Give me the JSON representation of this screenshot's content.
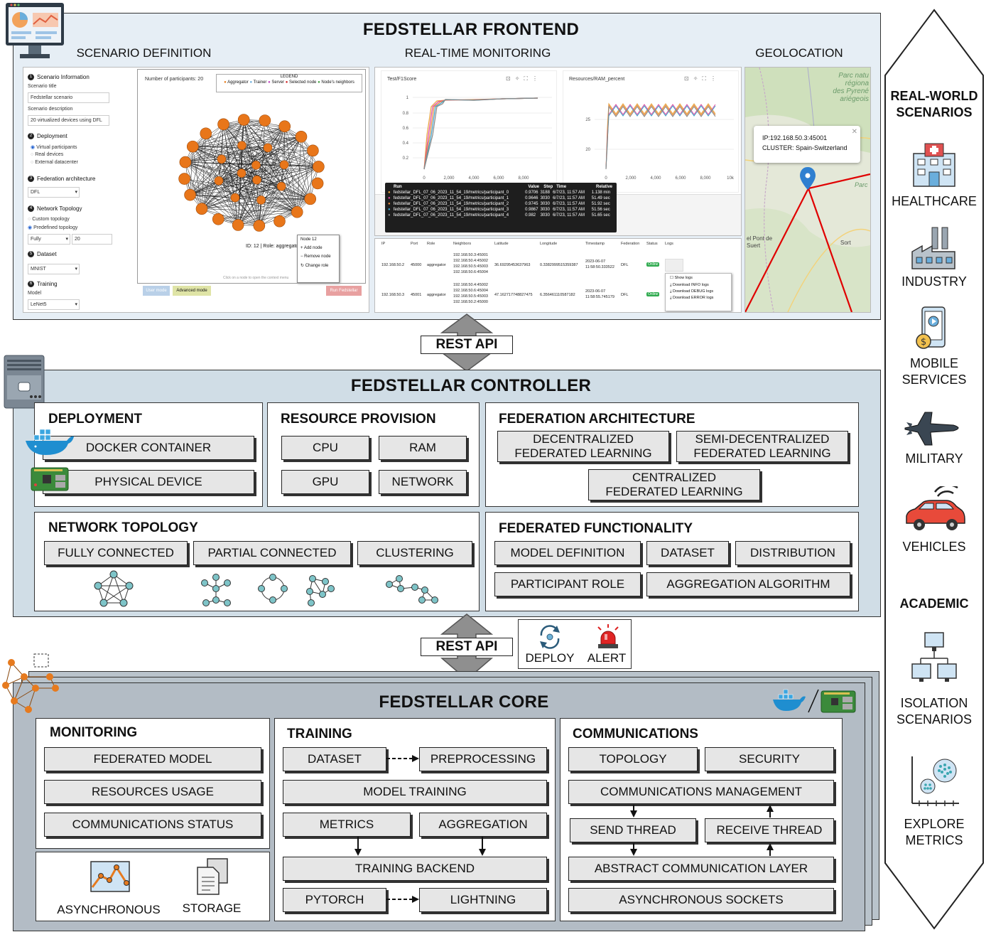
{
  "frontend": {
    "title": "FEDSTELLAR FRONTEND",
    "sections": [
      "SCENARIO DEFINITION",
      "REAL-TIME MONITORING",
      "GEOLOCATION"
    ],
    "scenario_form": {
      "s1": "Scenario Information",
      "title_label": "Scenario title",
      "title_value": "Fedstellar scenario",
      "desc_label": "Scenario description",
      "desc_value": "20 virtualized devices using DFL",
      "s2": "Deployment",
      "dep_options": [
        "Virtual participants",
        "Real devices",
        "External datacenter"
      ],
      "s3": "Federation architecture",
      "arch_value": "DFL",
      "s4": "Network Topology",
      "topo_options": [
        "Custom topology",
        "Predefined topology"
      ],
      "topo_value": "Fully",
      "topo_count": "20",
      "s5": "Dataset",
      "dataset_value": "MNIST",
      "s6": "Training",
      "model_label": "Model",
      "model_value": "LeNet5"
    },
    "graph_panel": {
      "participants": "Number of participants: 20",
      "legend_title": "LEGEND",
      "legend_items": [
        "Aggregator",
        "Trainer",
        "Server",
        "Selected node",
        "Node's neighbors"
      ],
      "node_info": "ID: 12 | Role: aggregator",
      "menu_title": "Node 12",
      "menu_items": [
        "Add node",
        "Remove node",
        "Change role"
      ],
      "hint": "Click on a node to open the context menu",
      "buttons": [
        "User mode",
        "Advanced mode",
        "Run Fedstellar"
      ]
    },
    "chart1": {
      "title": "Test/F1Score",
      "yticks": [
        "1",
        "0.8",
        "0.6",
        "0.4",
        "0.2"
      ],
      "xticks": [
        "0",
        "2,000",
        "4,000",
        "6,000",
        "8,000"
      ]
    },
    "chart2": {
      "title": "Resources/RAM_percent",
      "yticks": [
        "25",
        "20"
      ],
      "xticks": [
        "0",
        "2,000",
        "4,000",
        "6,000",
        "8,000",
        "10k"
      ]
    },
    "runs_table": {
      "headers": [
        "Run",
        "Value",
        "Step",
        "Time",
        "Relative"
      ],
      "rows": [
        [
          "fedstellar_DFL_07_06_2023_11_54_19/metrics/participant_0",
          "0.9706",
          "3188",
          "6/7/23, 11:57 AM",
          "1.138 min"
        ],
        [
          "fedstellar_DFL_07_06_2023_11_54_19/metrics/participant_1",
          "0.9646",
          "3030",
          "6/7/23, 11:57 AM",
          "51.49 sec"
        ],
        [
          "fedstellar_DFL_07_06_2023_11_54_19/metrics/participant_2",
          "0.9745",
          "3030",
          "6/7/23, 11:57 AM",
          "51.92 sec"
        ],
        [
          "fedstellar_DFL_07_06_2023_11_54_19/metrics/participant_3",
          "0.9867",
          "3030",
          "6/7/23, 11:57 AM",
          "51.56 sec"
        ],
        [
          "fedstellar_DFL_07_06_2023_11_54_19/metrics/participant_4",
          "0.982",
          "3030",
          "6/7/23, 11:57 AM",
          "51.65 sec"
        ]
      ],
      "run_colors": [
        "#e8a33c",
        "#e04aa0",
        "#e88a3c",
        "#3ca0c8",
        "#888888"
      ]
    },
    "nodes_table": {
      "headers": [
        "IP",
        "Port",
        "Role",
        "Neighbors",
        "Latitude",
        "Longitude",
        "Timestamp",
        "Federation",
        "Status",
        "Logs"
      ],
      "rows": [
        {
          "ip": "192.168.50.2",
          "port": "45000",
          "role": "aggregator",
          "neighbors": [
            "192.168.50.3:45001",
            "192.168.50.4:45002",
            "192.168.50.5:45003",
            "192.168.50.6:45004"
          ],
          "lat": "36.69295453637963",
          "lon": "0.3382999515359387",
          "ts": [
            "2023-06-07",
            "11:58:50.333522"
          ],
          "fed": "DFL",
          "status": "Online"
        },
        {
          "ip": "192.168.50.3",
          "port": "45001",
          "role": "aggregator",
          "neighbors": [
            "192.168.50.4:45002",
            "192.168.50.6:45004",
            "192.168.50.5:45003",
            "192.168.50.2:45000"
          ],
          "lat": "47.162717748827475",
          "lon": "6.356461110587182",
          "ts": [
            "2023-06-07",
            "11:58:55.745179"
          ],
          "fed": "DFL",
          "status": "Online"
        }
      ],
      "log_menu": [
        "Show logs",
        "Download INFO logs",
        "Download DEBUG logs",
        "Download ERROR logs"
      ]
    },
    "map": {
      "popup_ip": "IP:192.168.50.3:45001",
      "popup_cluster": "CLUSTER: Spain-Switzerland",
      "labels": [
        "Parc natu",
        "régiona",
        "des Pyrené",
        "ariégeois",
        "Parc",
        "el Pont de",
        "Suert",
        "Sort"
      ]
    }
  },
  "rest_api_label": "REST API",
  "controller": {
    "title": "FEDSTELLAR CONTROLLER",
    "deployment": {
      "title": "DEPLOYMENT",
      "items": [
        "DOCKER CONTAINER",
        "PHYSICAL DEVICE"
      ]
    },
    "resource": {
      "title": "RESOURCE PROVISION",
      "items": [
        "CPU",
        "RAM",
        "GPU",
        "NETWORK"
      ]
    },
    "federation": {
      "title": "FEDERATION ARCHITECTURE",
      "items": [
        [
          "DECENTRALIZED",
          "FEDERATED LEARNING"
        ],
        [
          "SEMI-DECENTRALIZED",
          "FEDERATED LEARNING"
        ],
        [
          "CENTRALIZED",
          "FEDERATED LEARNING"
        ]
      ]
    },
    "topology": {
      "title": "NETWORK TOPOLOGY",
      "items": [
        "FULLY CONNECTED",
        "PARTIAL CONNECTED",
        "CLUSTERING"
      ]
    },
    "functionality": {
      "title": "FEDERATED FUNCTIONALITY",
      "items": [
        "MODEL DEFINITION",
        "DATASET",
        "DISTRIBUTION",
        "PARTICIPANT ROLE",
        "AGGREGATION ALGORITHM"
      ]
    }
  },
  "events": {
    "deploy": "DEPLOY",
    "alert": "ALERT"
  },
  "core": {
    "title": "FEDSTELLAR CORE",
    "monitoring": {
      "title": "MONITORING",
      "items": [
        "FEDERATED MODEL",
        "RESOURCES USAGE",
        "COMMUNICATIONS STATUS"
      ]
    },
    "extras": {
      "async": "ASYNCHRONOUS",
      "storage": "STORAGE"
    },
    "training": {
      "title": "TRAINING",
      "items": [
        "DATASET",
        "PREPROCESSING",
        "MODEL TRAINING",
        "METRICS",
        "AGGREGATION",
        "TRAINING BACKEND",
        "PYTORCH",
        "LIGHTNING"
      ]
    },
    "communications": {
      "title": "COMMUNICATIONS",
      "items": [
        "TOPOLOGY",
        "SECURITY",
        "COMMUNICATIONS MANAGEMENT",
        "SEND THREAD",
        "RECEIVE THREAD",
        "ABSTRACT COMMUNICATION LAYER",
        "ASYNCHRONOUS SOCKETS"
      ]
    }
  },
  "sidebar": {
    "real_world": [
      "REAL-WORLD",
      "SCENARIOS"
    ],
    "items": [
      [
        "HEALTHCARE"
      ],
      [
        "INDUSTRY"
      ],
      [
        "MOBILE",
        "SERVICES"
      ],
      [
        "MILITARY"
      ],
      [
        "VEHICLES"
      ]
    ],
    "academic": "ACADEMIC",
    "academic_items": [
      [
        "ISOLATION",
        "SCENARIOS"
      ],
      [
        "EXPLORE",
        "METRICS"
      ]
    ]
  }
}
